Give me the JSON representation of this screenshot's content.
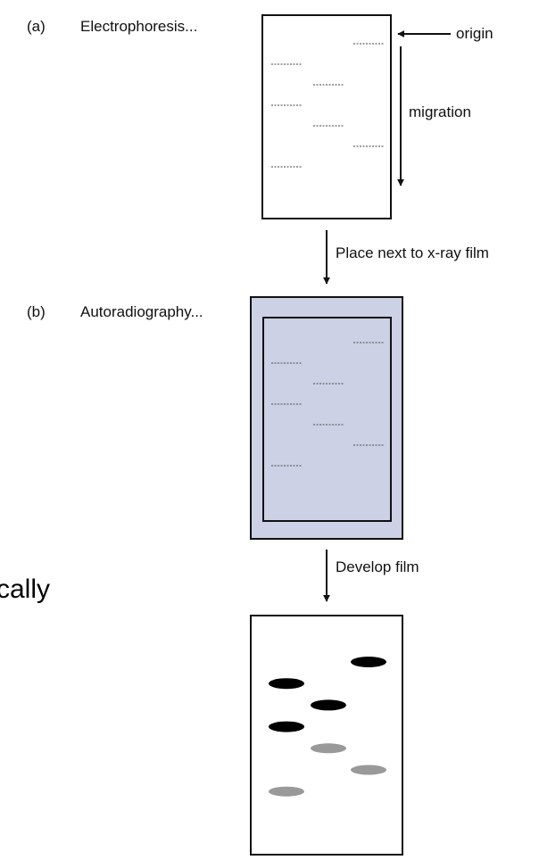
{
  "panel_a": {
    "letter": "(a)",
    "title": "Electrophoresis..."
  },
  "panel_b": {
    "letter": "(b)",
    "title": "Autoradiography..."
  },
  "annotations": {
    "origin": "origin",
    "migration": "migration",
    "step1": "Place next to x-ray film",
    "step2": "Develop film"
  },
  "clipped_text": "cally",
  "colors": {
    "stroke": "#111111",
    "film": "#ccd1e6",
    "band_dark": "#000000",
    "band_light": "#999999"
  },
  "bands": [
    {
      "lane": 3,
      "row": 0,
      "intensity": "dark"
    },
    {
      "lane": 1,
      "row": 1,
      "intensity": "dark"
    },
    {
      "lane": 2,
      "row": 2,
      "intensity": "dark"
    },
    {
      "lane": 1,
      "row": 3,
      "intensity": "dark"
    },
    {
      "lane": 2,
      "row": 4,
      "intensity": "light"
    },
    {
      "lane": 3,
      "row": 5,
      "intensity": "light"
    },
    {
      "lane": 1,
      "row": 6,
      "intensity": "light"
    }
  ]
}
